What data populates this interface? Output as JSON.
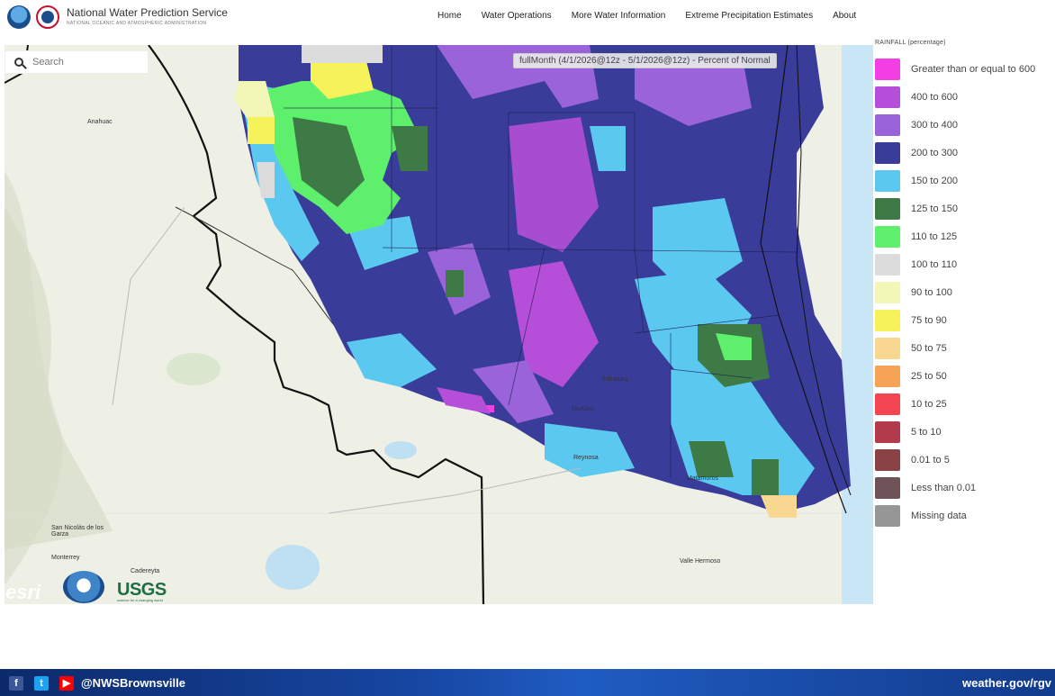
{
  "header": {
    "title": "National Water Prediction Service",
    "subtitle": "NATIONAL OCEANIC AND ATMOSPHERIC ADMINISTRATION",
    "nav": [
      "Home",
      "Water Operations",
      "More Water Information",
      "Extreme Precipitation Estimates",
      "About"
    ]
  },
  "map": {
    "search_placeholder": "Search",
    "overlay_title": "fullMonth (4/1/2026@12z - 5/1/2026@12z) - Percent of Normal",
    "attribution": {
      "esri": "esri",
      "usgs": "USGS",
      "usgs_tagline": "science for a changing world"
    },
    "towns": [
      "Anahuac",
      "San Nicolás de los Garza",
      "Monterrey",
      "Cadereyta",
      "McAllen",
      "Valle Hermoso",
      "Reynosa",
      "Edinburg",
      "Matamoros"
    ]
  },
  "legend": {
    "title": "RAINFALL (percentage)",
    "items": [
      {
        "label": "Greater than or equal to 600",
        "color": "#f23ee3"
      },
      {
        "label": "400 to 600",
        "color": "#b54ed8"
      },
      {
        "label": "300 to 400",
        "color": "#9b63d9"
      },
      {
        "label": "200 to 300",
        "color": "#3a3c9a"
      },
      {
        "label": "150 to 200",
        "color": "#5bc8f0"
      },
      {
        "label": "125 to 150",
        "color": "#3d7a45"
      },
      {
        "label": "110 to 125",
        "color": "#5eef6c"
      },
      {
        "label": "100 to 110",
        "color": "#dcdcdc"
      },
      {
        "label": "90 to 100",
        "color": "#f2f7b8"
      },
      {
        "label": "75 to 90",
        "color": "#f6f35a"
      },
      {
        "label": "50 to 75",
        "color": "#f8d890"
      },
      {
        "label": "25 to 50",
        "color": "#f6a356"
      },
      {
        "label": "10 to 25",
        "color": "#f34552"
      },
      {
        "label": "5 to 10",
        "color": "#b23a4a"
      },
      {
        "label": "0.01 to 5",
        "color": "#8a4244"
      },
      {
        "label": "Less than 0.01",
        "color": "#6e5358"
      },
      {
        "label": "Missing data",
        "color": "#969696"
      }
    ]
  },
  "footer": {
    "handle": "@NWSBrownsville",
    "url": "weather.gov/rgv"
  }
}
